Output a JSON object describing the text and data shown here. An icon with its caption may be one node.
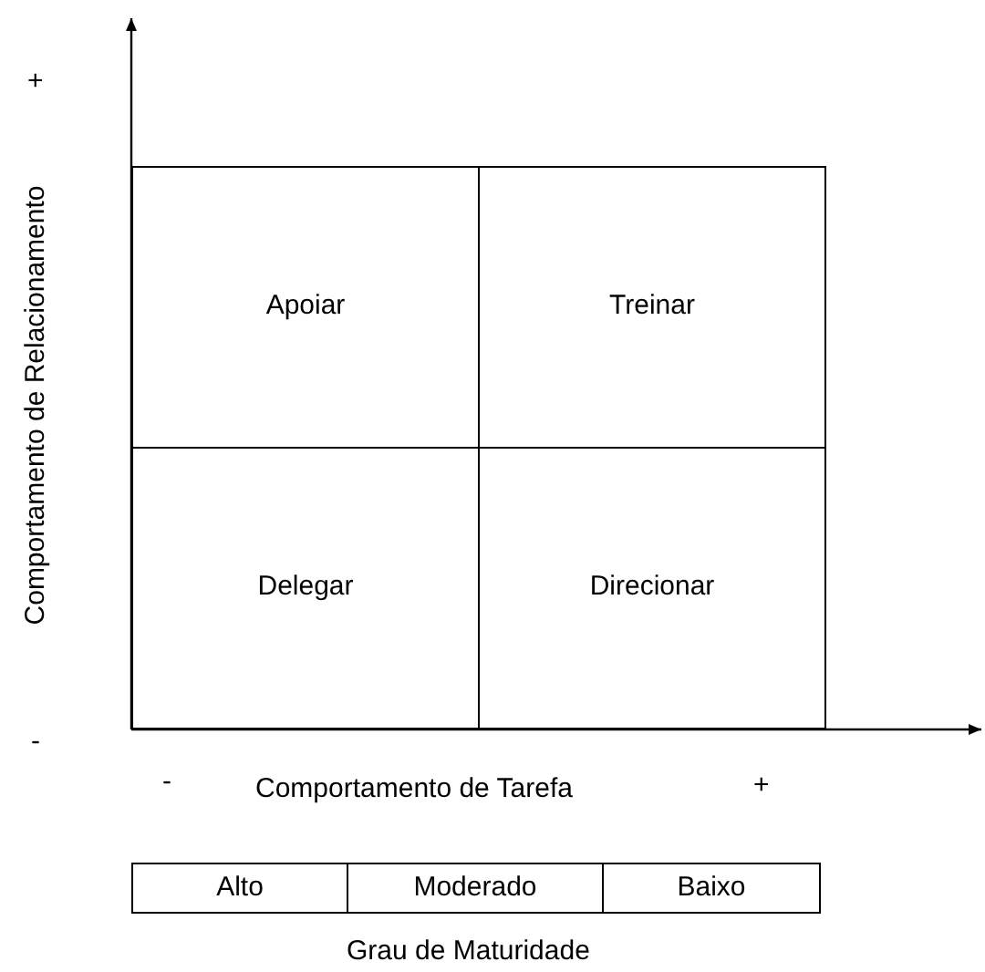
{
  "diagram": {
    "nodes": [
      {
        "text": [
          "Apoiar"
        ]
      },
      {
        "text": [
          "Treinar"
        ]
      },
      {
        "text": [
          "Delegar"
        ]
      },
      {
        "text": [
          "Direcionar"
        ]
      }
    ],
    "labels": [
      "+",
      "Comportamento de Relacionamento",
      "-",
      "-",
      "Comportamento de Tarefa",
      "+",
      "Alto",
      "Moderado",
      "Baixo",
      "Grau de Maturidade"
    ]
  }
}
